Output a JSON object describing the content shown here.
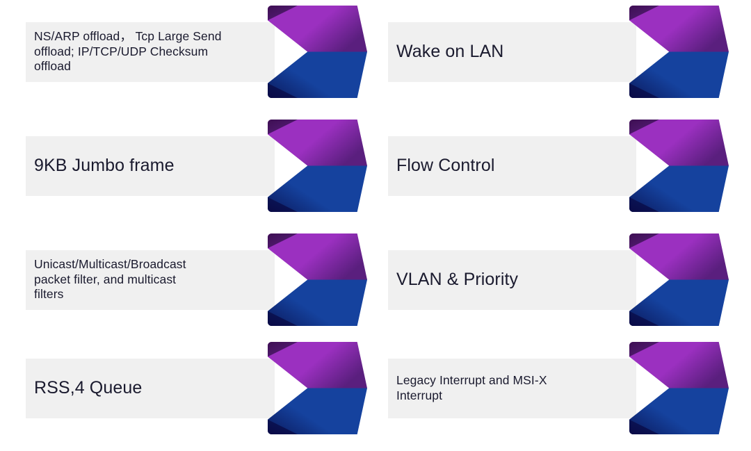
{
  "slide": {
    "type": "feature-chevron-list",
    "columns": 2,
    "rows": 4,
    "background_color": "#FFFFFF",
    "box_color": "#F0F0F0",
    "text_color": "#1A1A2E",
    "chevron_colors": {
      "purple_light": "#9B30C0",
      "purple_dark": "#5A1F7E",
      "purple_fold": "#3D0F52",
      "blue_light": "#15429E",
      "blue_dark": "#0B1A5E",
      "blue_fold": "#0A0A46"
    }
  },
  "items": [
    {
      "id": "ns-arp-offload",
      "name": "offload-features",
      "text": "NS/ARP offload， Tcp Large Send\noffload; IP/TCP/UDP Checksum\noffload",
      "size": "small",
      "column": "left",
      "row": 1
    },
    {
      "id": "wake-on-lan",
      "name": "wake-on-lan",
      "text": "Wake on LAN",
      "size": "big",
      "column": "right",
      "row": 1
    },
    {
      "id": "jumbo-frame",
      "name": "jumbo-frame",
      "text": "9KB Jumbo frame",
      "size": "big",
      "column": "left",
      "row": 2
    },
    {
      "id": "flow-control",
      "name": "flow-control",
      "text": "Flow Control",
      "size": "big",
      "column": "right",
      "row": 2
    },
    {
      "id": "packet-filters",
      "name": "packet-filters",
      "text": "Unicast/Multicast/Broadcast\npacket filter, and multicast\nfilters",
      "size": "small",
      "column": "left",
      "row": 3
    },
    {
      "id": "vlan-priority",
      "name": "vlan-priority",
      "text": "VLAN & Priority",
      "size": "big",
      "column": "right",
      "row": 3
    },
    {
      "id": "rss-queue",
      "name": "rss-queue",
      "text": "RSS,4 Queue",
      "size": "big",
      "column": "left",
      "row": 4
    },
    {
      "id": "interrupts",
      "name": "interrupt-modes",
      "text": "Legacy Interrupt and MSI-X\nInterrupt",
      "size": "small",
      "column": "right",
      "row": 4
    }
  ]
}
